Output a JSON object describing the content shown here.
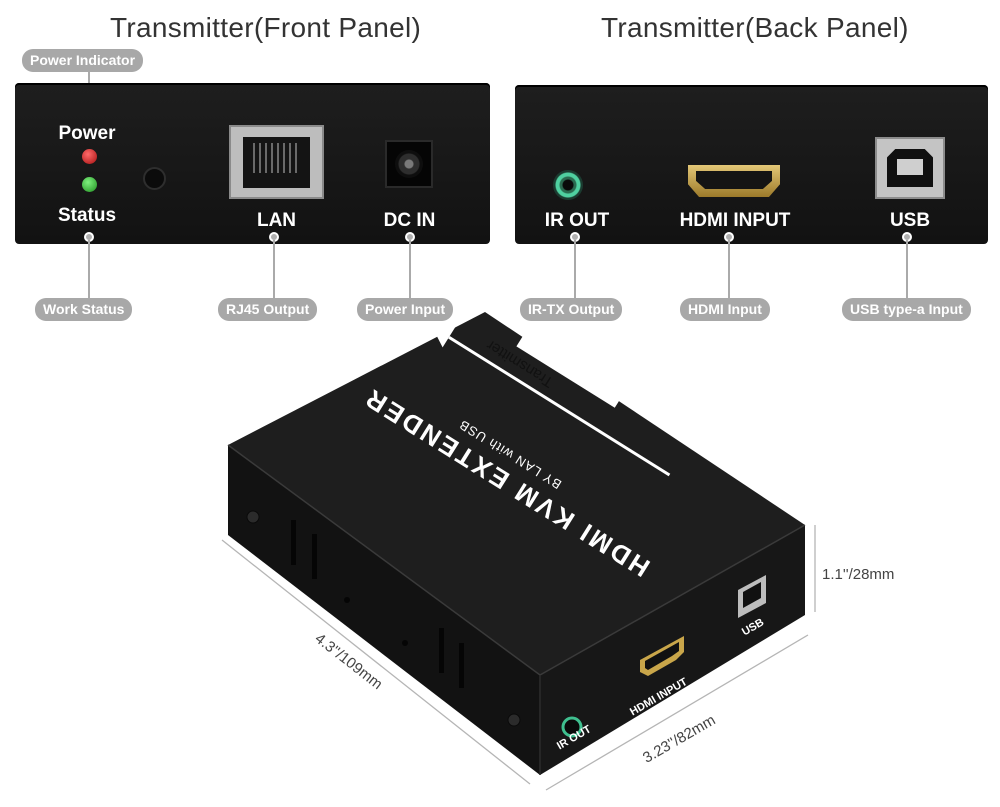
{
  "front_panel": {
    "title": "Transmitter(Front Panel)",
    "labels": {
      "power": "Power",
      "status": "Status",
      "lan": "LAN",
      "dc_in": "DC IN"
    },
    "callouts": {
      "power_indicator": "Power Indicator",
      "work_status": "Work Status",
      "rj45_output": "RJ45 Output",
      "power_input": "Power Input"
    }
  },
  "back_panel": {
    "title": "Transmitter(Back Panel)",
    "labels": {
      "ir_out": "IR OUT",
      "hdmi_input": "HDMI INPUT",
      "usb": "USB"
    },
    "callouts": {
      "ir_tx_output": "IR-TX Output",
      "hdmi_input": "HDMI Input",
      "usb_type_a_input": "USB type-a Input"
    }
  },
  "device": {
    "top_tag": "Transmitter",
    "top_brand": "HDMI KVM EXTENDER",
    "top_sub": "BY LAN with USB",
    "port_labels": {
      "ir_out": "IR OUT",
      "hdmi_input": "HDMI INPUT",
      "usb": "USB"
    },
    "dimensions": {
      "height": "1.1''/28mm",
      "width": "3.23''/82mm",
      "length": "4.3''/109mm"
    }
  },
  "colors": {
    "panel": "#161616",
    "callout_pill": "#a8a8a8",
    "led_power": "#cc1f1f",
    "led_status": "#2fa52f",
    "ir_jack": "#3fbf8f",
    "hdmi_gold": "#c9a64a"
  }
}
